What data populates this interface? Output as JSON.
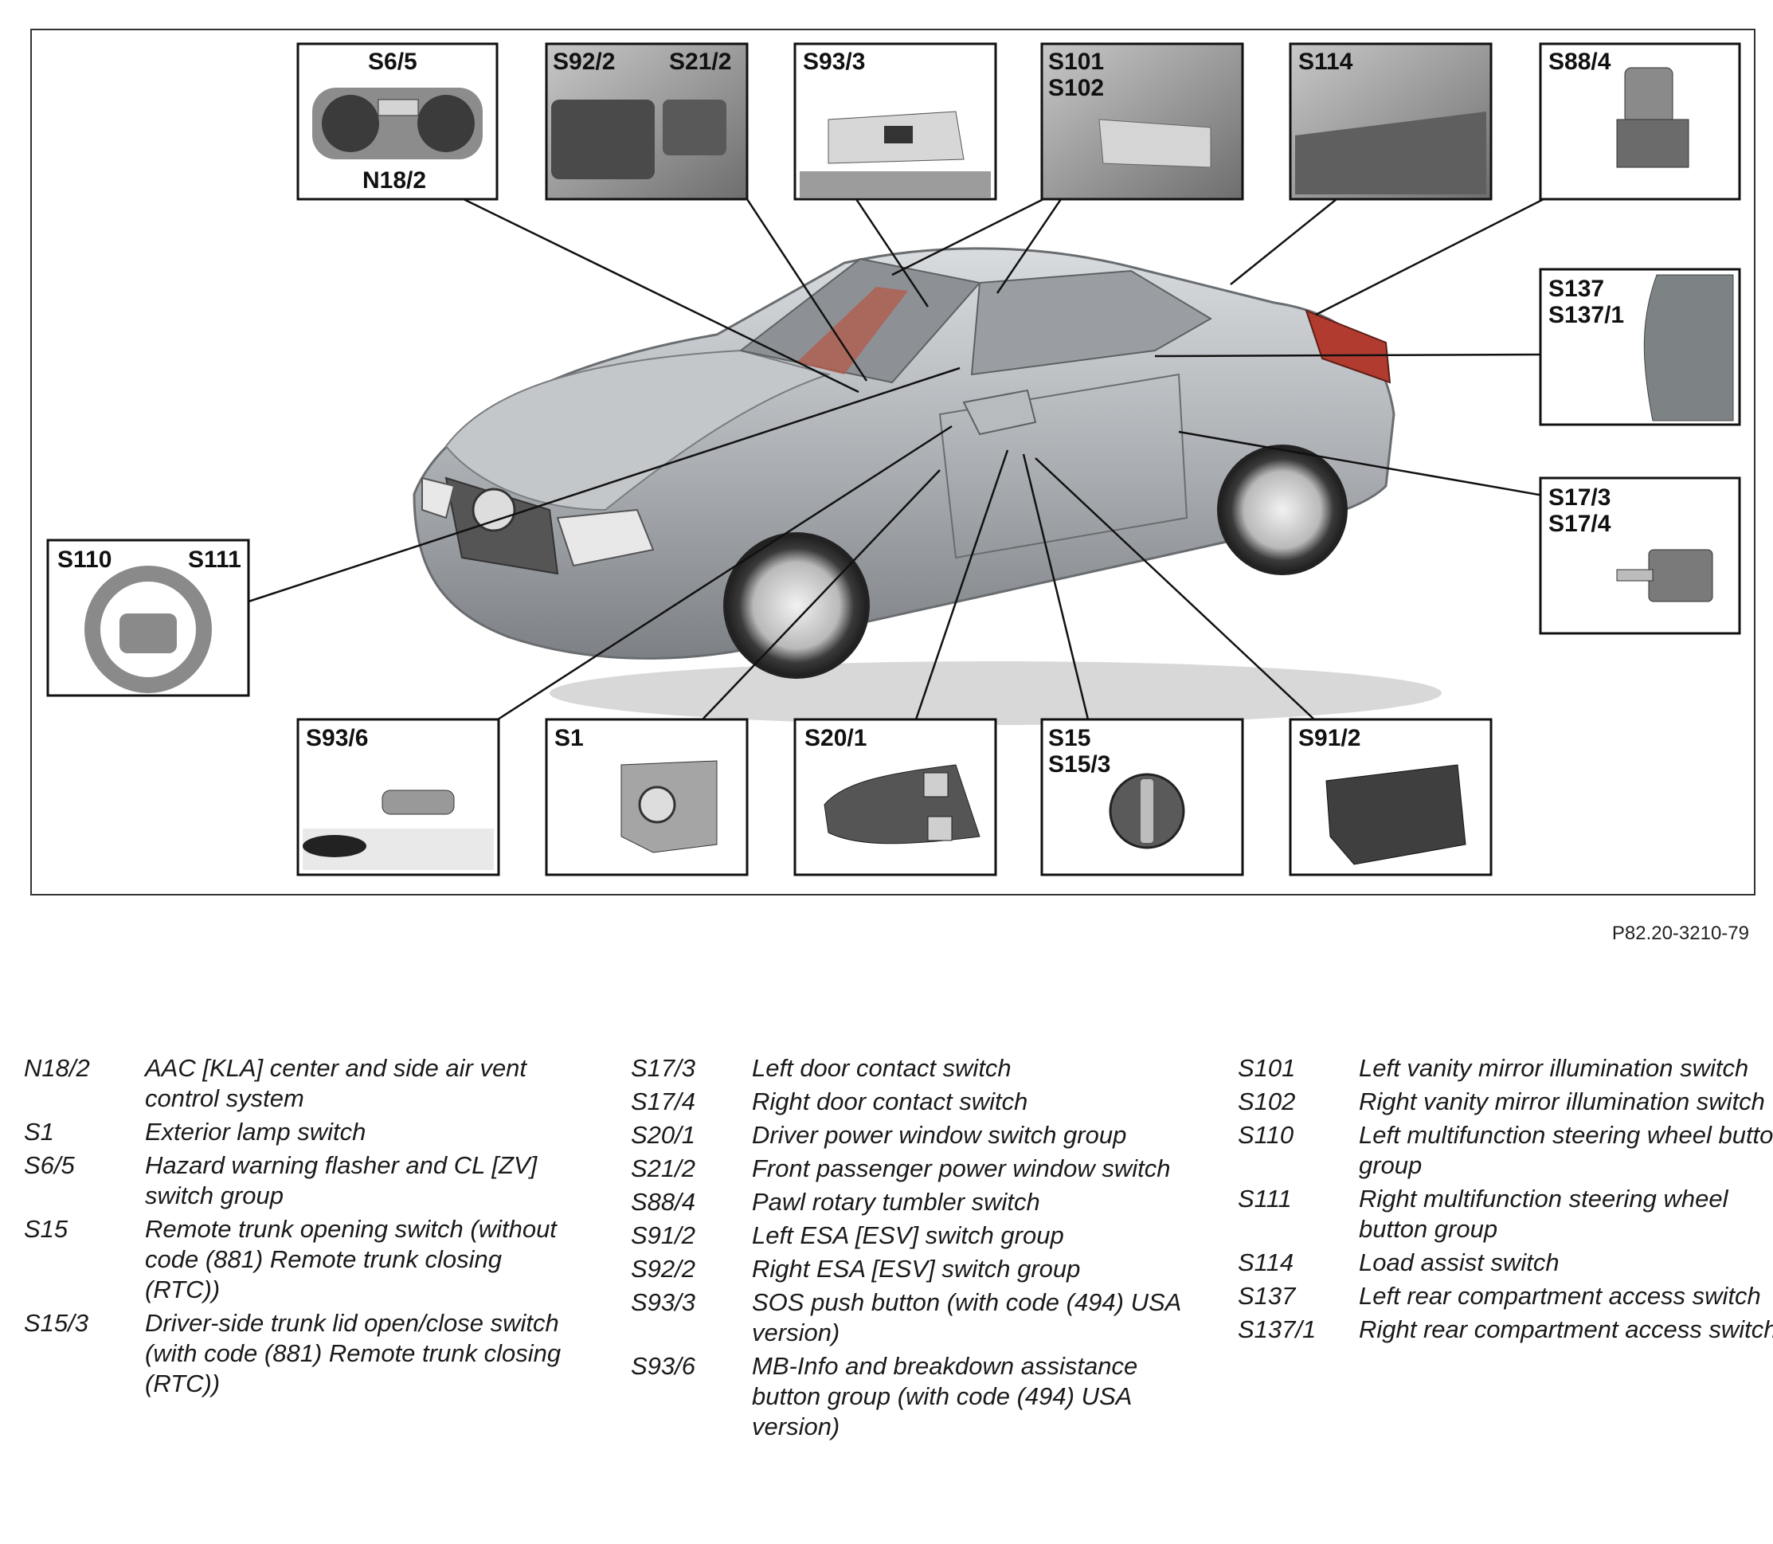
{
  "figure_id": "P82.20-3210-79",
  "callouts": {
    "s6_5": "S6/5",
    "n18_2": "N18/2",
    "s92_2": "S92/2",
    "s21_2": "S21/2",
    "s93_3": "S93/3",
    "s101": "S101",
    "s102": "S102",
    "s114": "S114",
    "s88_4": "S88/4",
    "s137": "S137",
    "s137_1": "S137/1",
    "s17_3": "S17/3",
    "s17_4": "S17/4",
    "s110": "S110",
    "s111": "S111",
    "s93_6": "S93/6",
    "s1": "S1",
    "s20_1": "S20/1",
    "s15": "S15",
    "s15_3": "S15/3",
    "s91_2": "S91/2"
  },
  "legend": {
    "col1": [
      {
        "code": "N18/2",
        "desc": "AAC [KLA] center and side air vent control system"
      },
      {
        "code": "S1",
        "desc": "Exterior lamp switch"
      },
      {
        "code": "S6/5",
        "desc": "Hazard warning flasher and CL [ZV] switch group"
      },
      {
        "code": "S15",
        "desc": "Remote trunk opening switch (without code (881) Remote trunk closing (RTC))"
      },
      {
        "code": "S15/3",
        "desc": "Driver-side trunk lid open/close switch (with code (881) Remote trunk closing (RTC))"
      }
    ],
    "col2": [
      {
        "code": "S17/3",
        "desc": "Left door contact switch"
      },
      {
        "code": "S17/4",
        "desc": "Right door contact switch"
      },
      {
        "code": "S20/1",
        "desc": "Driver power window switch group"
      },
      {
        "code": "S21/2",
        "desc": "Front passenger power window switch"
      },
      {
        "code": "S88/4",
        "desc": "Pawl rotary tumbler switch"
      },
      {
        "code": "S91/2",
        "desc": "Left ESA [ESV] switch group"
      },
      {
        "code": "S92/2",
        "desc": "Right ESA [ESV] switch group"
      },
      {
        "code": "S93/3",
        "desc": "SOS push button (with code (494) USA version)"
      },
      {
        "code": "S93/6",
        "desc": "MB-Info and breakdown assistance button group (with code (494) USA version)"
      }
    ],
    "col3": [
      {
        "code": "S101",
        "desc": "Left vanity mirror illumination switch"
      },
      {
        "code": "S102",
        "desc": "Right vanity mirror illumination switch"
      },
      {
        "code": "S110",
        "desc": "Left multifunction steering wheel button group"
      },
      {
        "code": "S111",
        "desc": "Right multifunction steering wheel button group"
      },
      {
        "code": "S114",
        "desc": "Load assist switch"
      },
      {
        "code": "S137",
        "desc": "Left rear compartment access switch"
      },
      {
        "code": "S137/1",
        "desc": "Right rear compartment access switch"
      }
    ]
  }
}
